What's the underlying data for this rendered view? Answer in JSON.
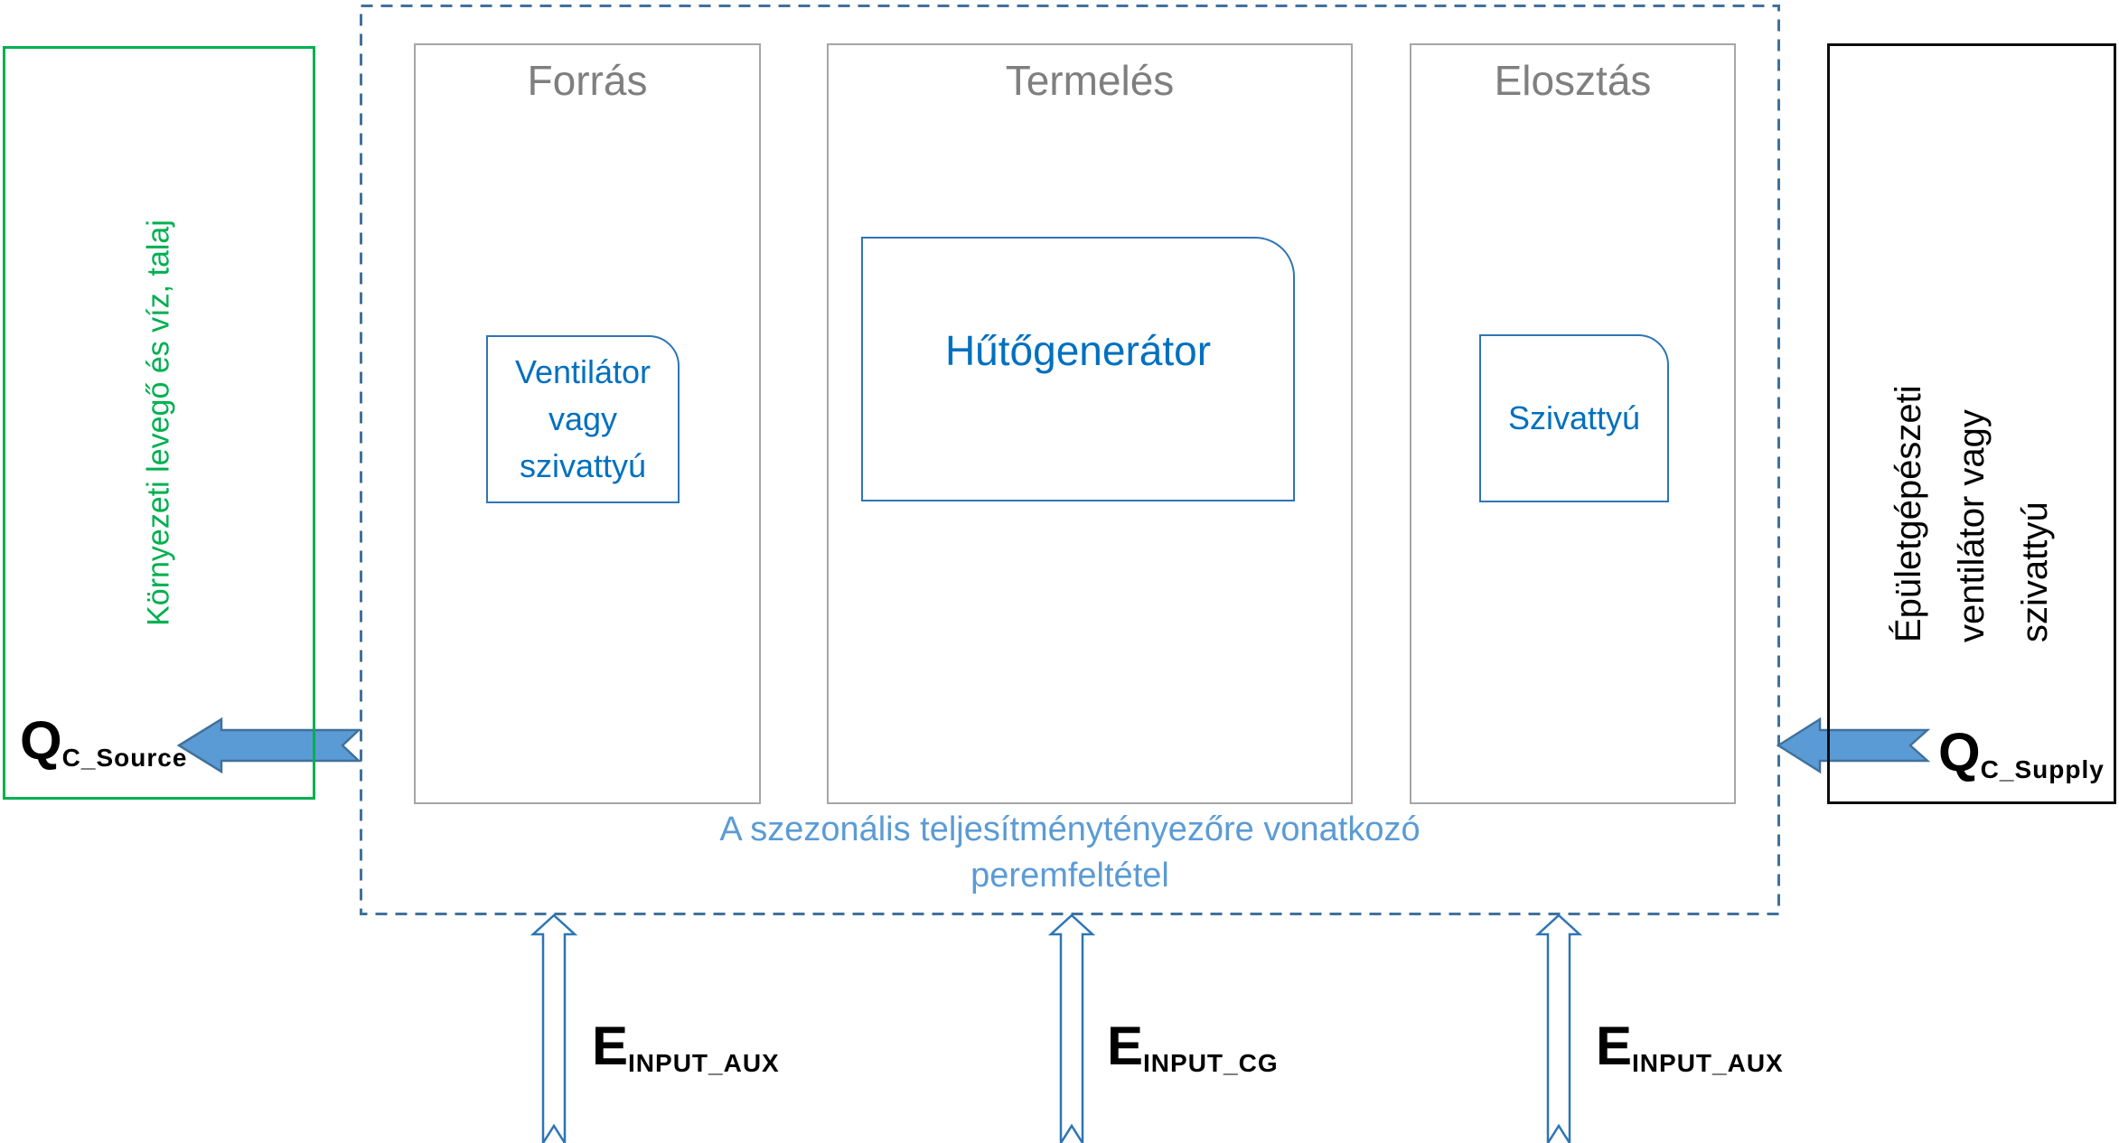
{
  "diagram": {
    "environment_box": {
      "label": "Környezeti levegő és víz, talaj"
    },
    "building_box": {
      "lines": [
        "Épületgépészeti",
        "ventilátor vagy",
        "szivattyú"
      ]
    },
    "sections": [
      {
        "title": "Forrás",
        "component": {
          "lines": [
            "Ventilátor vagy",
            "szivattyú"
          ]
        }
      },
      {
        "title": "Termelés",
        "component": {
          "lines": [
            "Hűtőgenerátor"
          ]
        }
      },
      {
        "title": "Elosztás",
        "component": {
          "lines": [
            "Szivattyú"
          ]
        }
      }
    ],
    "boundary_caption": {
      "line1": "A szezonális teljesítménytényezőre vonatkozó",
      "line2": "peremfeltétel"
    },
    "flows": {
      "q_source": {
        "base": "Q",
        "sub": "C_Source"
      },
      "q_supply": {
        "base": "Q",
        "sub": "C_Supply"
      },
      "e_input_aux_left": {
        "base": "E",
        "sub": "INPUT_AUX"
      },
      "e_input_cg": {
        "base": "E",
        "sub": "INPUT_CG"
      },
      "e_input_aux_right": {
        "base": "E",
        "sub": "INPUT_AUX"
      }
    },
    "colors": {
      "environment_green": "#00B050",
      "boundary_dash_blue": "#41719C",
      "component_border_blue": "#2E75B6",
      "component_text_blue": "#0070C0",
      "caption_light_blue": "#5B9BD5",
      "solid_arrow_fill": "#5B9BD5",
      "section_border_gray": "#A6A6A6",
      "section_title_gray": "#7F7F7F",
      "building_box_black": "#0d0d0d"
    }
  }
}
